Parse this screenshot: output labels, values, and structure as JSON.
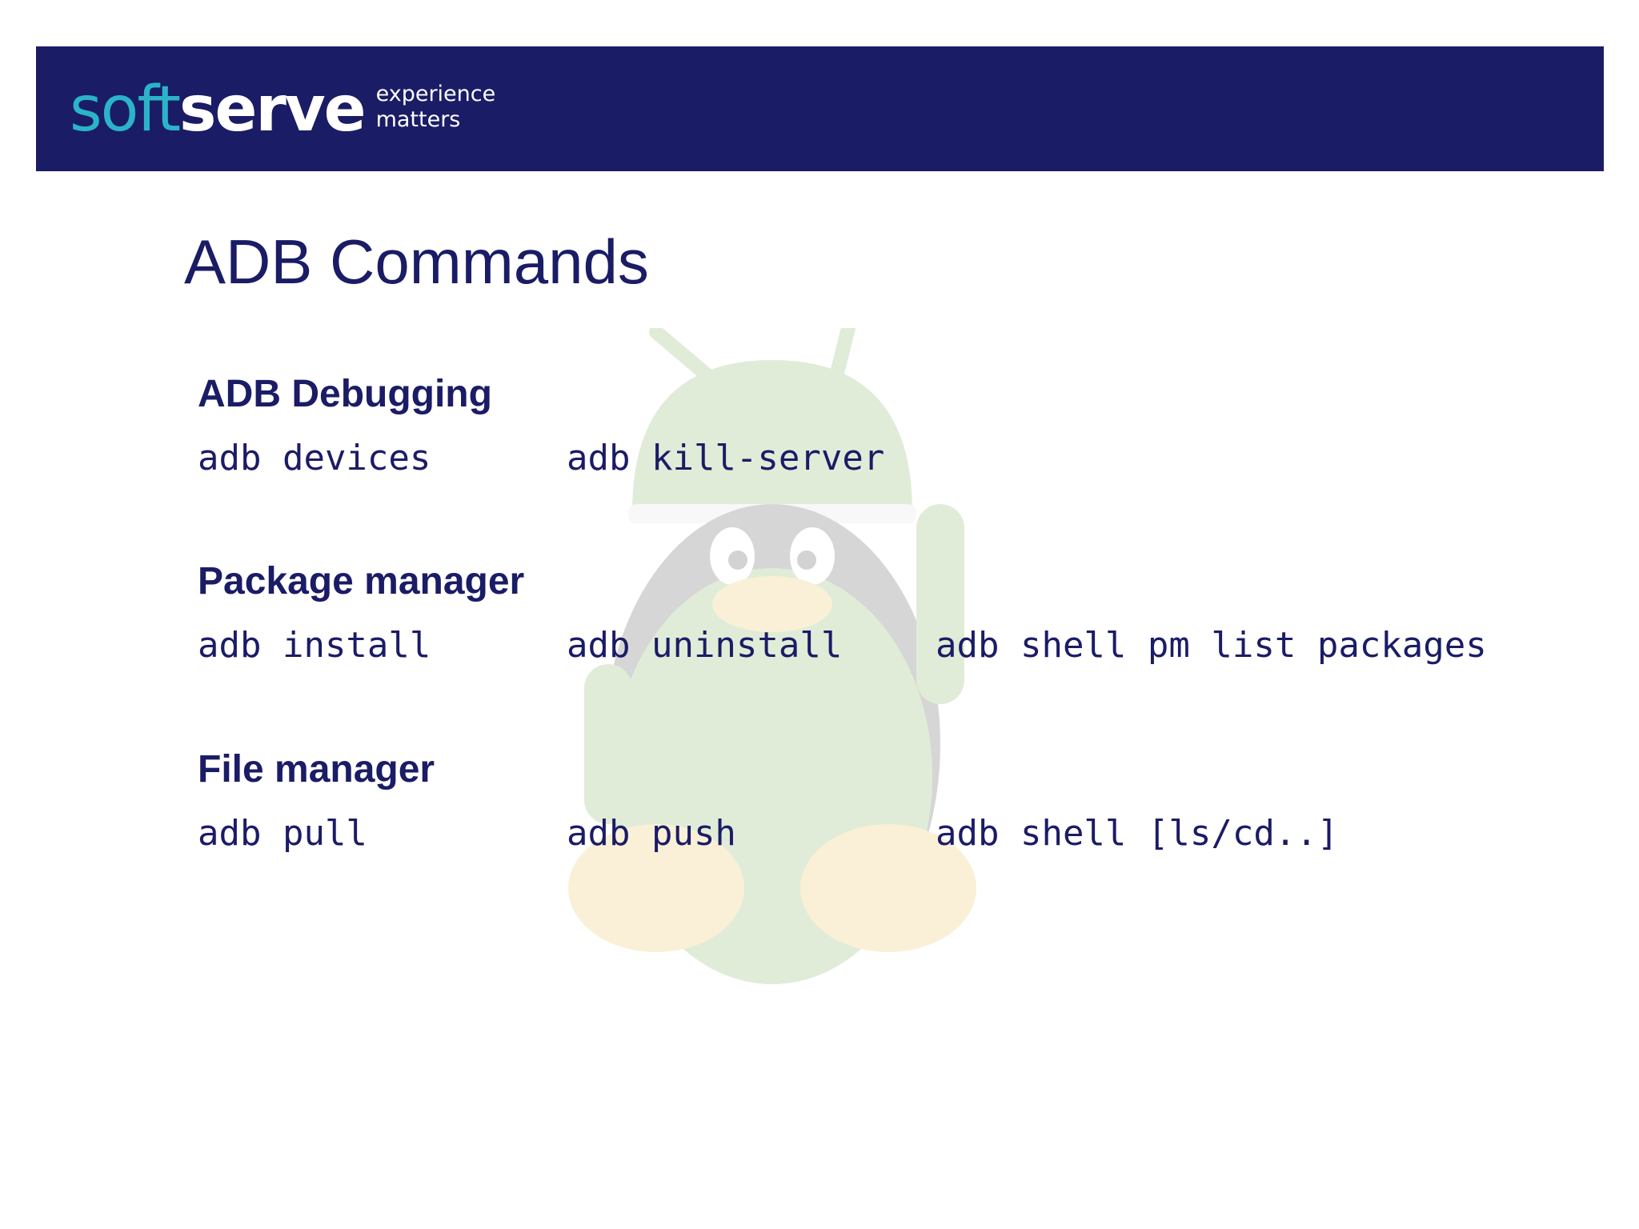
{
  "brand": {
    "logo_soft": "soft",
    "logo_serve": "serve",
    "tagline_line1": "experience",
    "tagline_line2": "matters"
  },
  "slide": {
    "title": "ADB Commands"
  },
  "sections": [
    {
      "heading": "ADB Debugging",
      "commands": [
        "adb devices",
        "adb kill-server"
      ]
    },
    {
      "heading": "Package manager",
      "commands": [
        "adb install",
        "adb uninstall",
        "adb shell pm list packages"
      ]
    },
    {
      "heading": "File manager",
      "commands": [
        "adb pull",
        "adb push",
        "adb shell [ls/cd..]"
      ]
    }
  ],
  "colors": {
    "header_bg": "#1b1c66",
    "logo_accent": "#2bb4c9",
    "text": "#1b1c66"
  }
}
